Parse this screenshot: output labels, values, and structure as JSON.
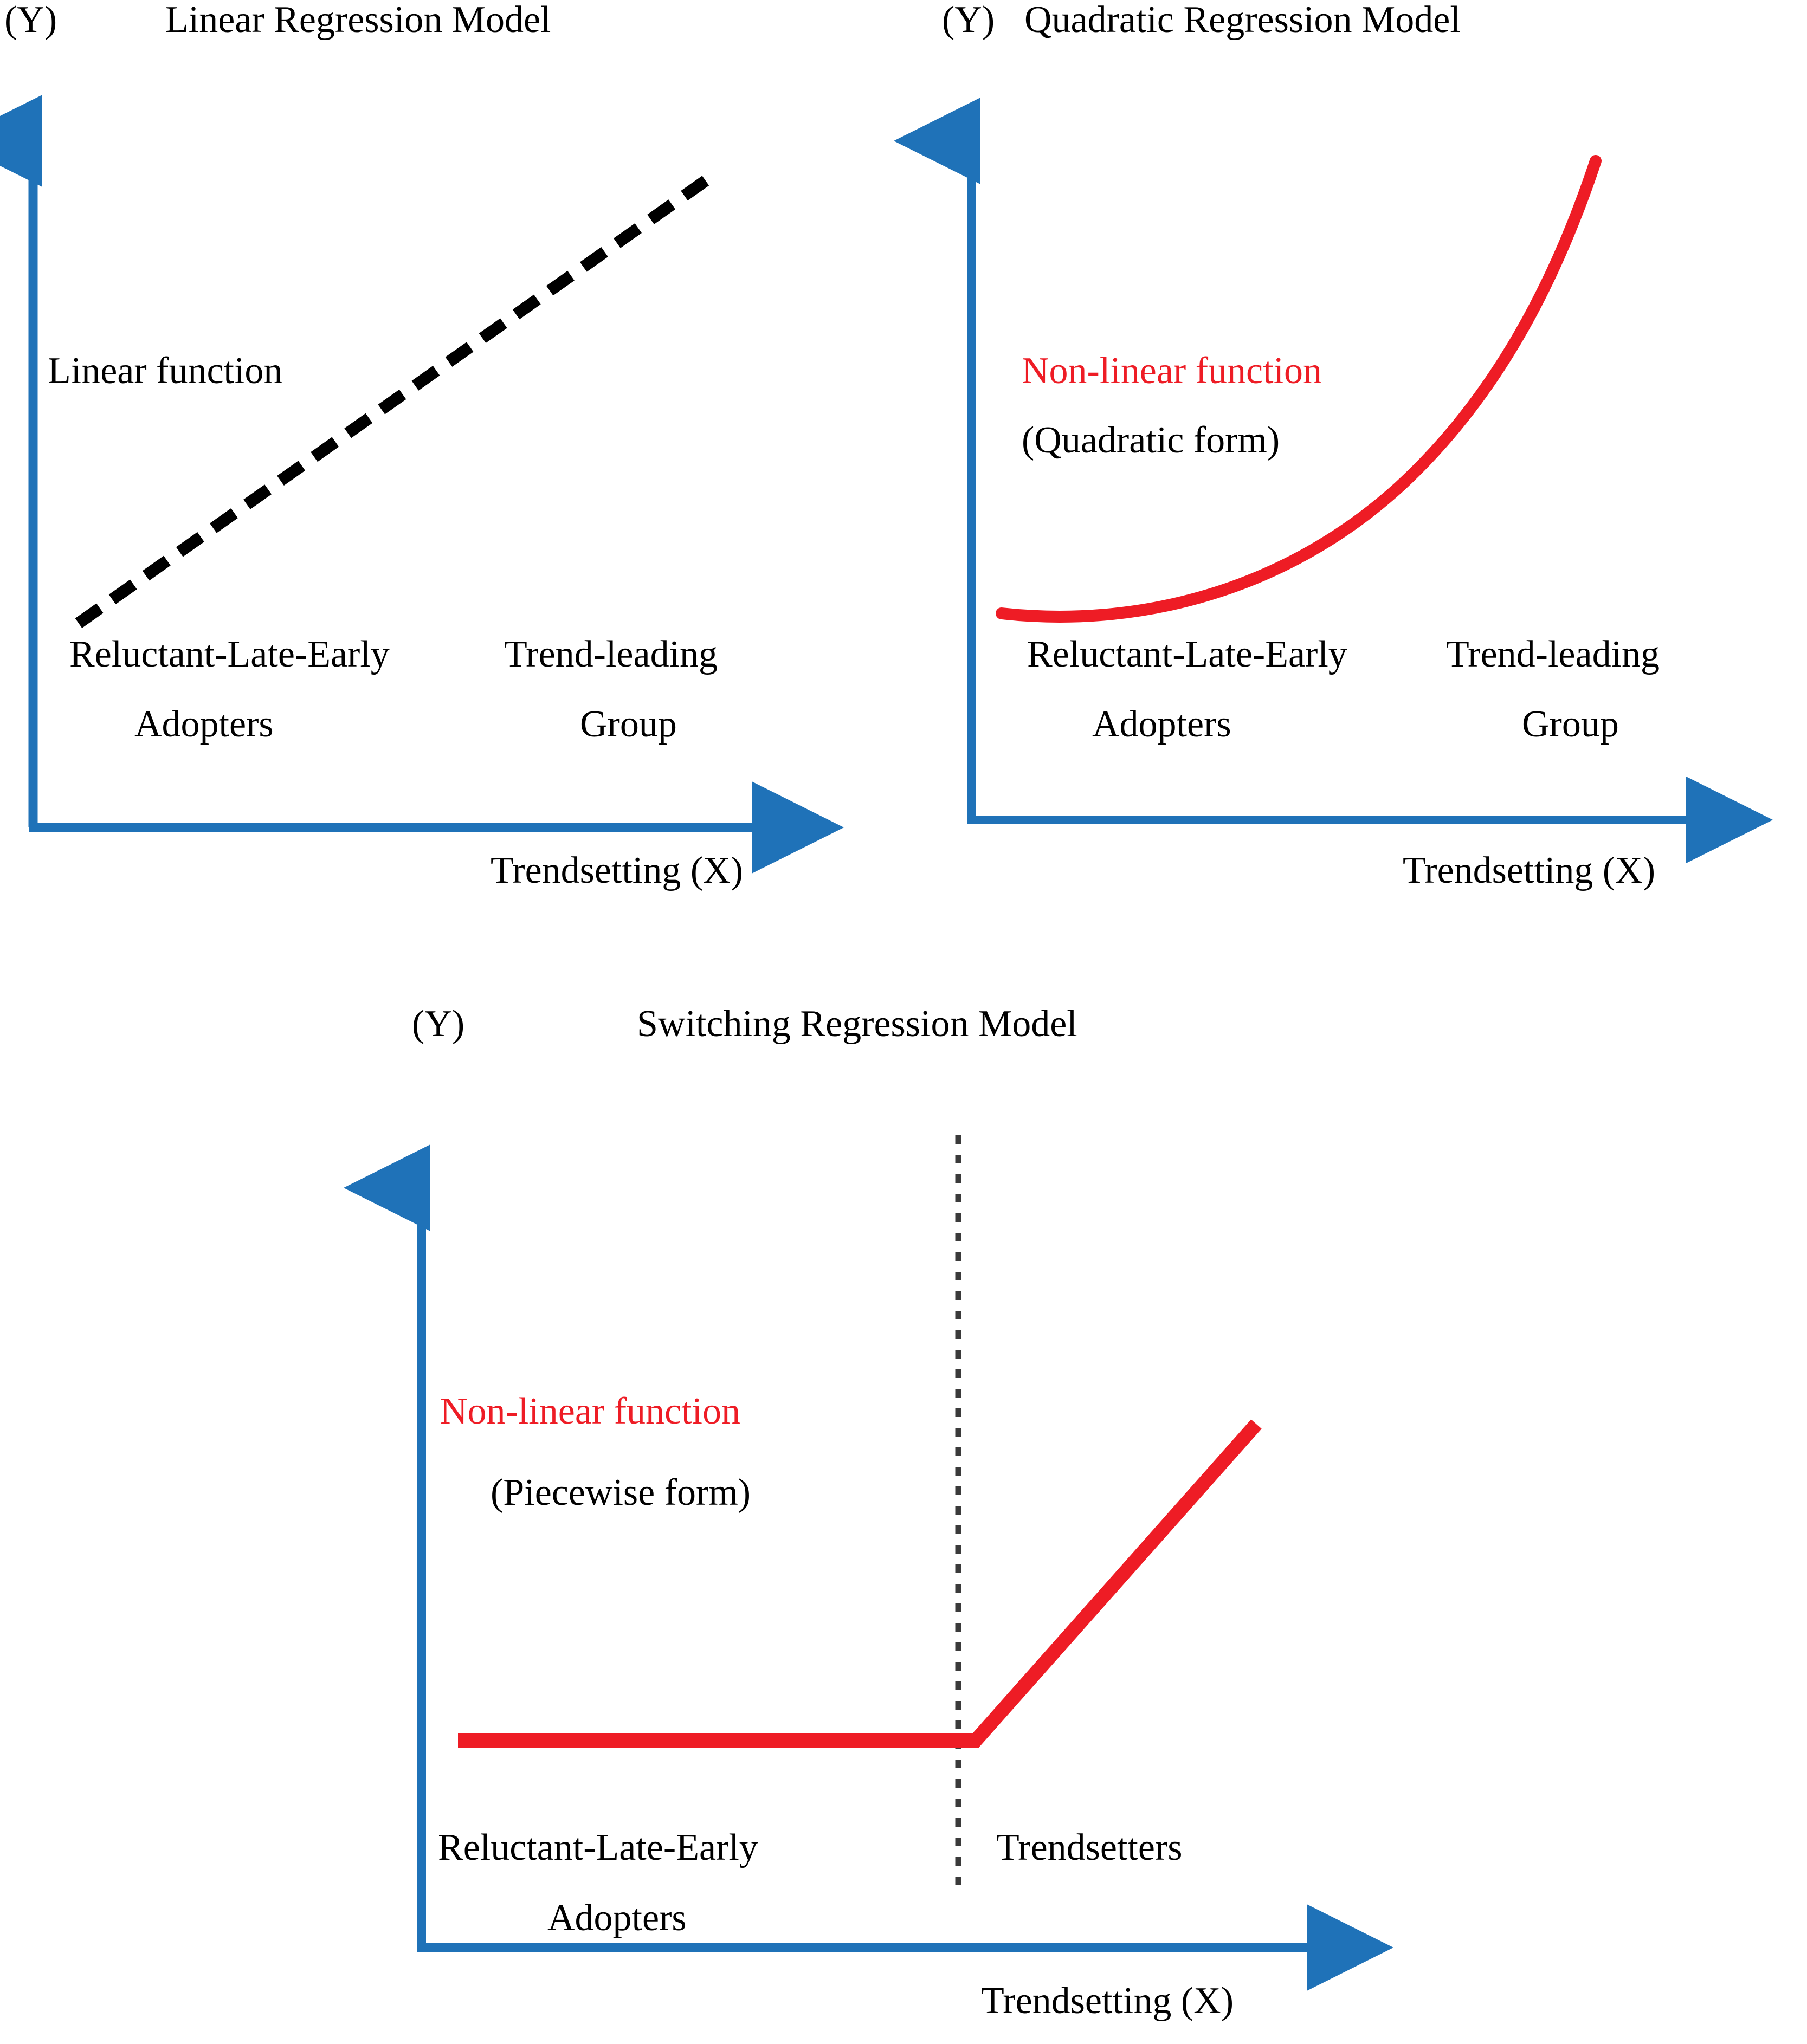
{
  "figure": {
    "background_color": "#ffffff",
    "axis_color": "#1f72b8",
    "curve_red": "#ee1c25",
    "curve_black": "#000000",
    "divider_color": "#3a3a3a"
  },
  "panels": [
    {
      "id": "linear",
      "y_axis_tag": "(Y)",
      "title": "Linear Regression Model",
      "annotation_line1": "Linear function",
      "annotation_line2": "",
      "group_left_line1": "Reluctant-Late-Early",
      "group_left_line2": "Adopters",
      "group_right_line1": "Trend-leading",
      "group_right_line2": "Group",
      "x_axis_label": "Trendsetting (X)",
      "curve_style": "dashed",
      "curve_color": "#000000"
    },
    {
      "id": "quadratic",
      "y_axis_tag": "(Y)",
      "title": "Quadratic Regression Model",
      "annotation_line1": "Non-linear function",
      "annotation_line2": "(Quadratic form)",
      "group_left_line1": "Reluctant-Late-Early",
      "group_left_line2": "Adopters",
      "group_right_line1": "Trend-leading",
      "group_right_line2": "Group",
      "x_axis_label": "Trendsetting (X)",
      "curve_style": "solid-curved",
      "curve_color": "#ee1c25"
    },
    {
      "id": "switching",
      "y_axis_tag": "(Y)",
      "title": "Switching Regression Model",
      "annotation_line1": "Non-linear function",
      "annotation_line2": "(Piecewise form)",
      "group_left_line1": "Reluctant-Late-Early",
      "group_left_line2": "Adopters",
      "group_right_line1": "Trendsetters",
      "group_right_line2": "",
      "x_axis_label": "Trendsetting (X)",
      "curve_style": "solid-piecewise",
      "curve_color": "#ee1c25",
      "threshold_line_style": "dotted"
    }
  ],
  "chart_data": {
    "type": "line",
    "title": "Three conceptual regression specifications relating Trendsetting (X) to outcome (Y)",
    "xlabel": "Trendsetting (X)",
    "ylabel": "(Y)",
    "grid": false,
    "legend": "none",
    "charts": [
      {
        "name": "Linear Regression Model",
        "type": "line",
        "series": [
          {
            "name": "Linear function",
            "style": "dashed",
            "color": "#000000",
            "points": [
              [
                0.07,
                0.3
              ],
              [
                1.0,
                0.95
              ]
            ]
          }
        ],
        "annotations": [
          "Linear function"
        ],
        "x_regions": [
          {
            "label": "Reluctant-Late-Early Adopters",
            "range": [
              0.0,
              0.5
            ]
          },
          {
            "label": "Trend-leading Group",
            "range": [
              0.5,
              1.0
            ]
          }
        ],
        "xlim": [
          0,
          1
        ],
        "ylim": [
          0,
          1
        ]
      },
      {
        "name": "Quadratic Regression Model",
        "type": "line",
        "series": [
          {
            "name": "Non-linear function (Quadratic form)",
            "style": "solid",
            "color": "#ee1c25",
            "points": [
              [
                0.03,
                0.29
              ],
              [
                0.2,
                0.27
              ],
              [
                0.4,
                0.31
              ],
              [
                0.55,
                0.4
              ],
              [
                0.7,
                0.55
              ],
              [
                0.82,
                0.72
              ],
              [
                0.92,
                0.88
              ],
              [
                1.0,
                0.98
              ]
            ]
          }
        ],
        "annotations": [
          "Non-linear function",
          "(Quadratic form)"
        ],
        "x_regions": [
          {
            "label": "Reluctant-Late-Early Adopters",
            "range": [
              0.0,
              0.5
            ]
          },
          {
            "label": "Trend-leading Group",
            "range": [
              0.5,
              1.0
            ]
          }
        ],
        "xlim": [
          0,
          1
        ],
        "ylim": [
          0,
          1
        ]
      },
      {
        "name": "Switching Regression Model",
        "type": "line",
        "series": [
          {
            "name": "Non-linear function (Piecewise form)",
            "style": "solid",
            "color": "#ee1c25",
            "points": [
              [
                0.04,
                0.27
              ],
              [
                0.56,
                0.27
              ],
              [
                0.85,
                0.68
              ]
            ]
          }
        ],
        "threshold": {
          "x": 0.56,
          "style": "dotted",
          "color": "#3a3a3a"
        },
        "annotations": [
          "Non-linear function",
          "(Piecewise form)"
        ],
        "x_regions": [
          {
            "label": "Reluctant-Late-Early Adopters",
            "range": [
              0.0,
              0.56
            ]
          },
          {
            "label": "Trendsetters",
            "range": [
              0.56,
              1.0
            ]
          }
        ],
        "xlim": [
          0,
          1
        ],
        "ylim": [
          0,
          1
        ]
      }
    ]
  }
}
